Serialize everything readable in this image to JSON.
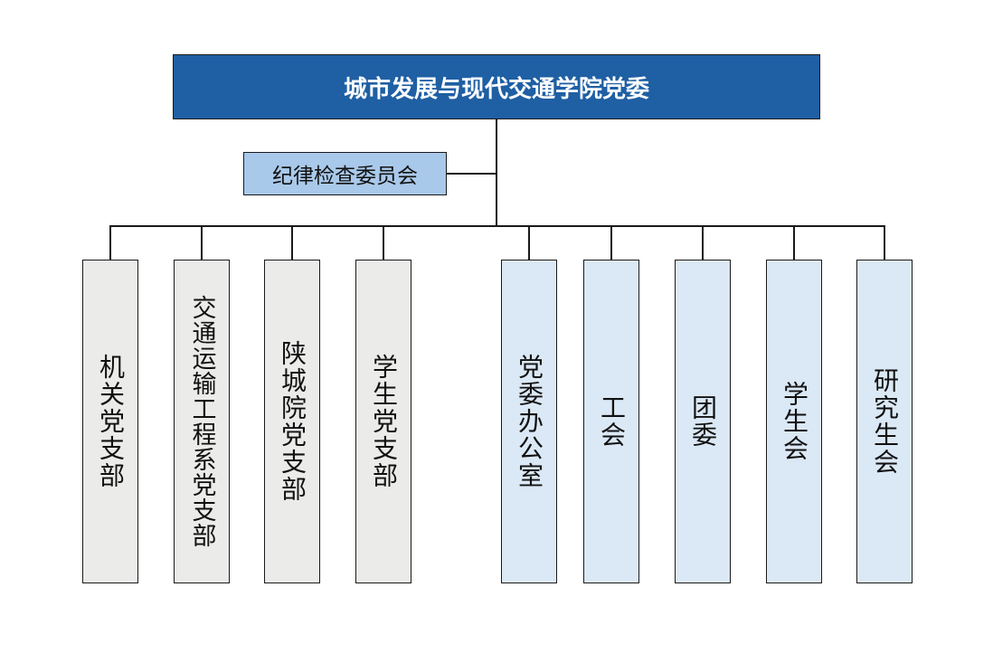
{
  "root": {
    "label": "城市发展与现代交通学院党委"
  },
  "side": {
    "label": "纪律检查委员会"
  },
  "units": [
    {
      "label": "机关党支部",
      "kind": "branch"
    },
    {
      "label": "交通运输工程系党支部",
      "kind": "branch"
    },
    {
      "label": "陕城院党支部",
      "kind": "branch"
    },
    {
      "label": "学生党支部",
      "kind": "branch"
    },
    {
      "label": "党委办公室",
      "kind": "org"
    },
    {
      "label": "工会",
      "kind": "org"
    },
    {
      "label": "团委",
      "kind": "org"
    },
    {
      "label": "学生会",
      "kind": "org"
    },
    {
      "label": "研究生会",
      "kind": "org"
    }
  ],
  "colors": {
    "root_fill": "#1f5fa3",
    "side_fill": "#a9c9ea",
    "branch_fill": "#ebebea",
    "org_fill": "#dbe8f5",
    "line": "#1a1a1a"
  }
}
